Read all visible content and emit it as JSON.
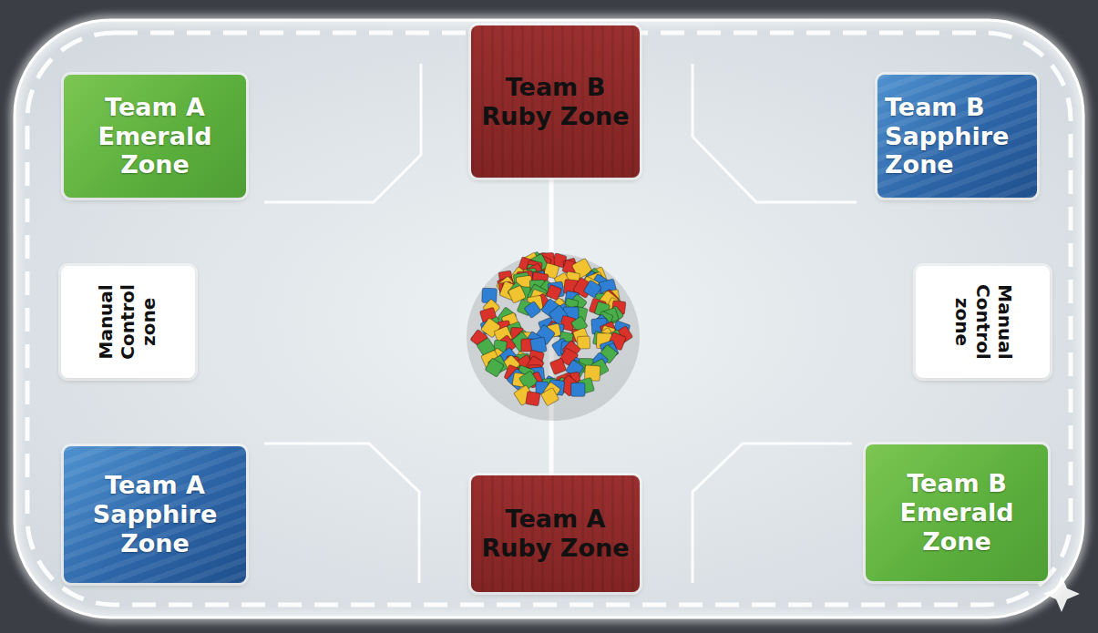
{
  "diagram": {
    "nodes": [
      {
        "text": [
          "Team A Emerald Zone"
        ]
      },
      {
        "text": [
          "Team B Ruby Zone"
        ]
      },
      {
        "text": [
          "Team B Sapphire Zone"
        ]
      },
      {
        "text": [
          "Manual Control zone"
        ]
      },
      {
        "text": [
          "Manual Control zone"
        ]
      },
      {
        "text": [
          "Team A Sapphire Zone"
        ]
      },
      {
        "text": [
          "Team A Ruby Zone"
        ]
      },
      {
        "text": [
          "Team B Emerald Zone"
        ]
      }
    ]
  }
}
